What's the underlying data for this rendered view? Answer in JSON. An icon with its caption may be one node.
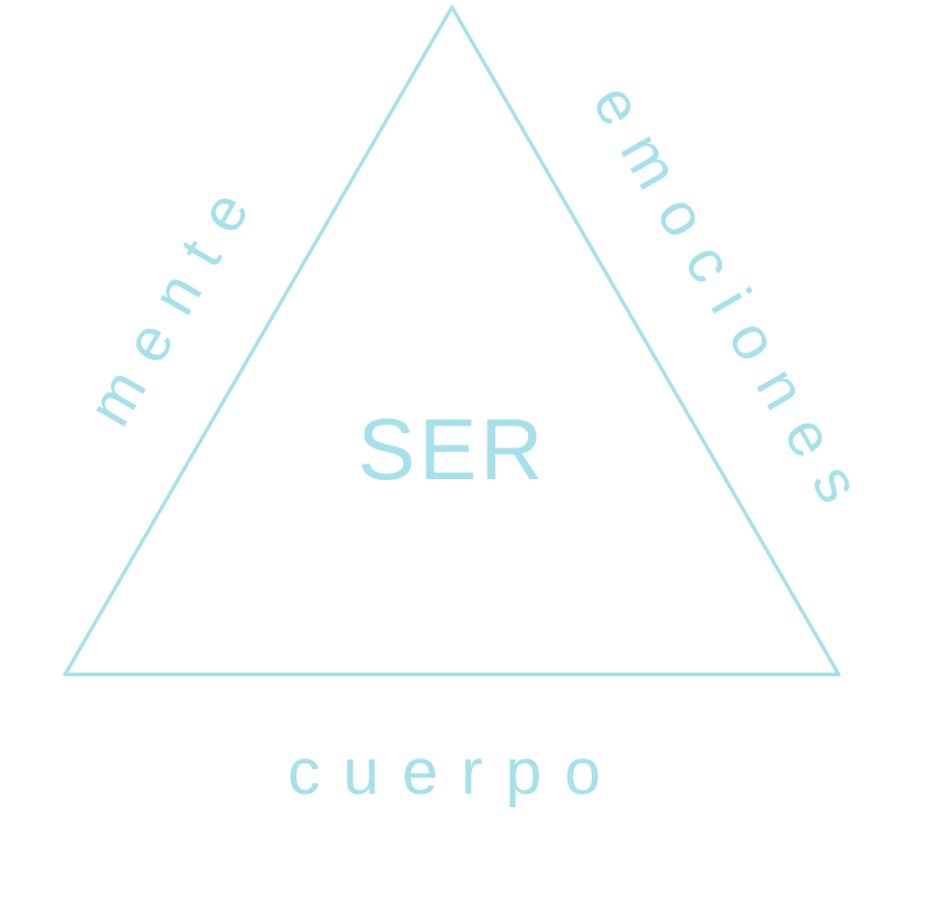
{
  "diagram": {
    "nodes": [
      {
        "text": [
          "SER"
        ]
      }
    ],
    "edges": [],
    "labels": [
      "mente",
      "emociones",
      "cuerpo"
    ]
  }
}
